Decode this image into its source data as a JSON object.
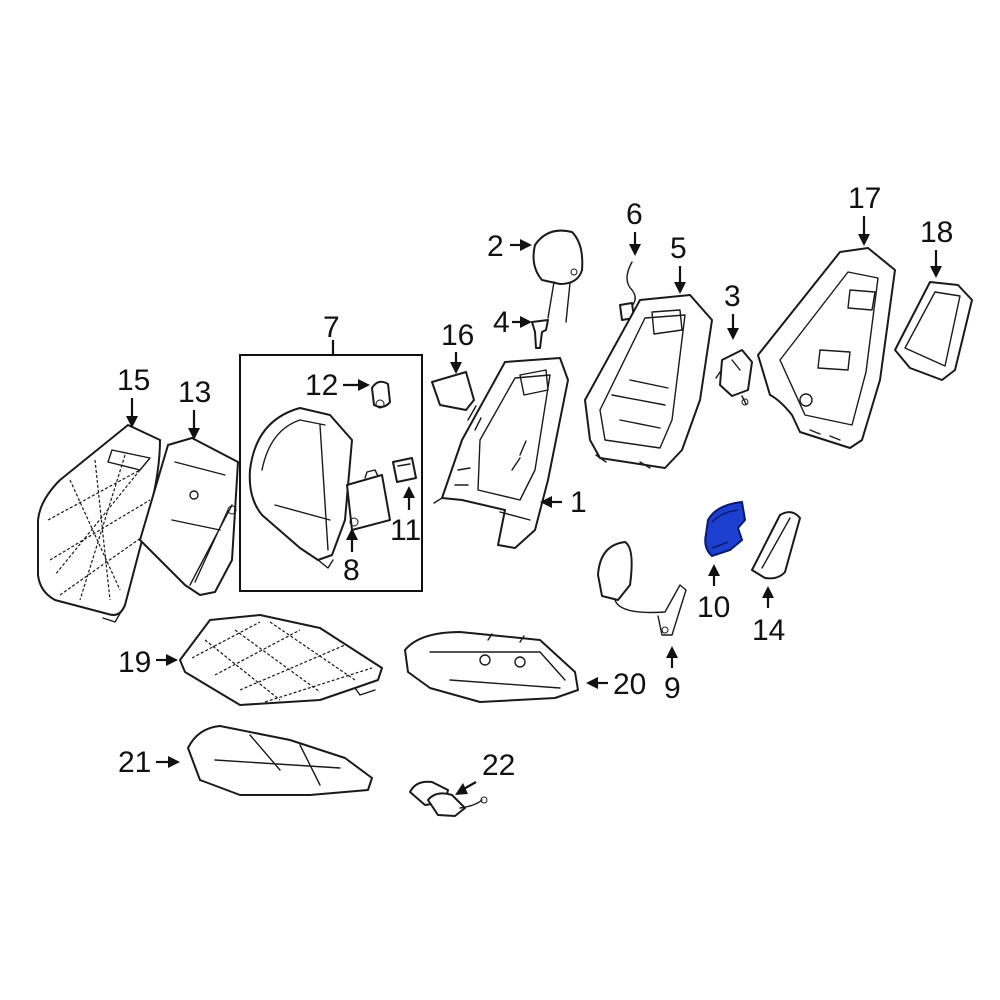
{
  "highlight_color": "#1c3fd0",
  "callouts": {
    "p1": "1",
    "p2": "2",
    "p3": "3",
    "p4": "4",
    "p5": "5",
    "p6": "6",
    "p7": "7",
    "p8": "8",
    "p9": "9",
    "p10": "10",
    "p11": "11",
    "p12": "12",
    "p13": "13",
    "p14": "14",
    "p15": "15",
    "p16": "16",
    "p17": "17",
    "p18": "18",
    "p19": "19",
    "p20": "20",
    "p21": "21",
    "p22": "22"
  },
  "highlighted_part": "10"
}
